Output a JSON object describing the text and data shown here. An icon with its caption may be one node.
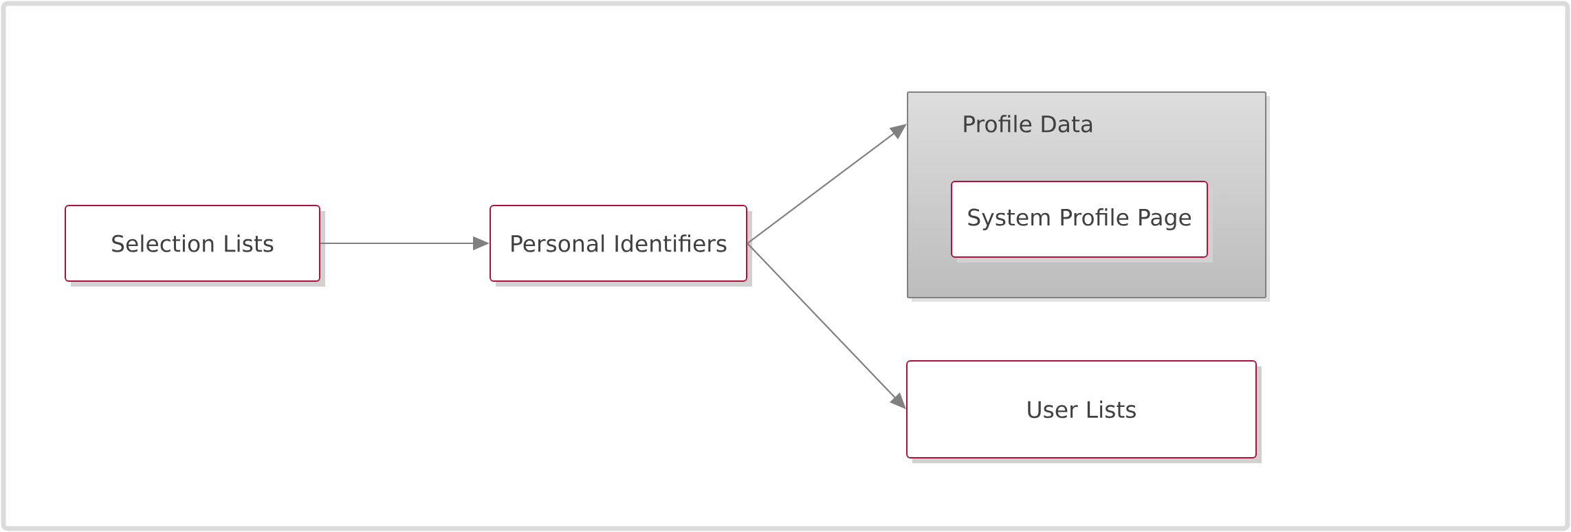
{
  "diagram": {
    "nodes": [
      {
        "text": [
          "Selection Lists"
        ]
      },
      {
        "text": [
          "Personal Identifiers"
        ]
      },
      {
        "text": [
          "Profile Data"
        ]
      },
      {
        "text": [
          "System Profile Page"
        ],
        "in": 2
      },
      {
        "text": [
          "User Lists"
        ]
      }
    ],
    "edges": [
      {
        "from": 0,
        "to": 1,
        "arrow": "to"
      },
      {
        "from": 1,
        "to": 2,
        "arrow": "to"
      },
      {
        "from": 1,
        "to": 4,
        "arrow": "to"
      }
    ]
  }
}
